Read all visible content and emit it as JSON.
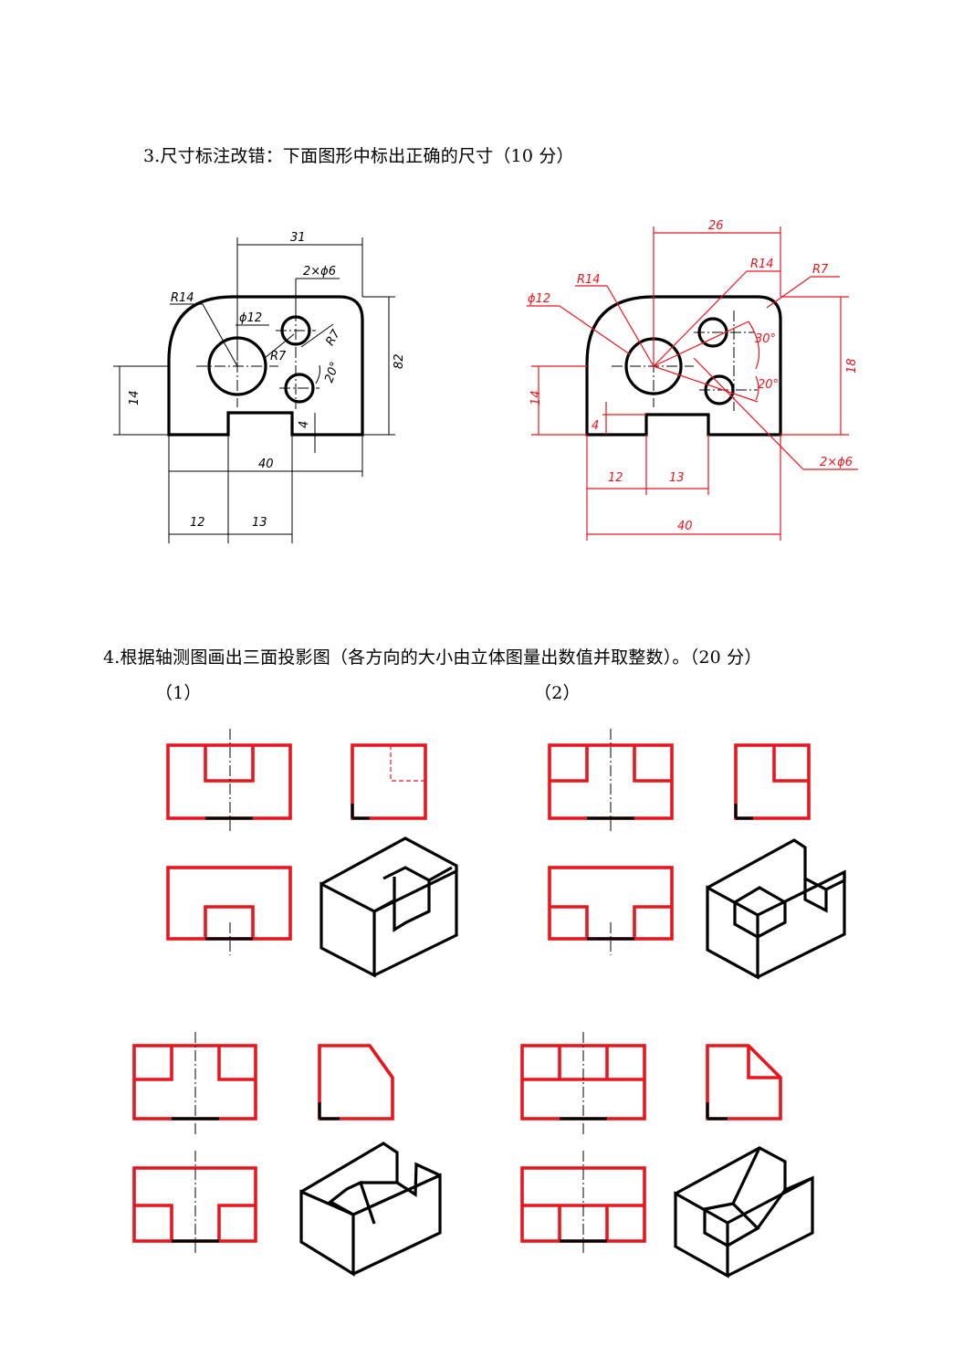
{
  "question3": {
    "text": "3.尺寸标注改错：下面图形中标出正确的尺寸（10 分）",
    "left_figure_dims": [
      "31",
      "2×ϕ6",
      "R14",
      "ϕ12",
      "R7",
      "R7",
      "20°",
      "14",
      "82",
      "4",
      "40",
      "12",
      "13"
    ],
    "right_figure_dims": [
      "26",
      "R14",
      "R14",
      "R7",
      "ϕ12",
      "30°",
      "20°",
      "18",
      "14",
      "4",
      "12",
      "13",
      "40",
      "2×ϕ6"
    ]
  },
  "question4": {
    "text": "4.根据轴测图画出三面投影图（各方向的大小由立体图量出数值并取整数）。（20 分）",
    "sub1": "（1）",
    "sub2": "（2）"
  },
  "colors": {
    "answer": "#e8171f",
    "line": "#000000"
  }
}
